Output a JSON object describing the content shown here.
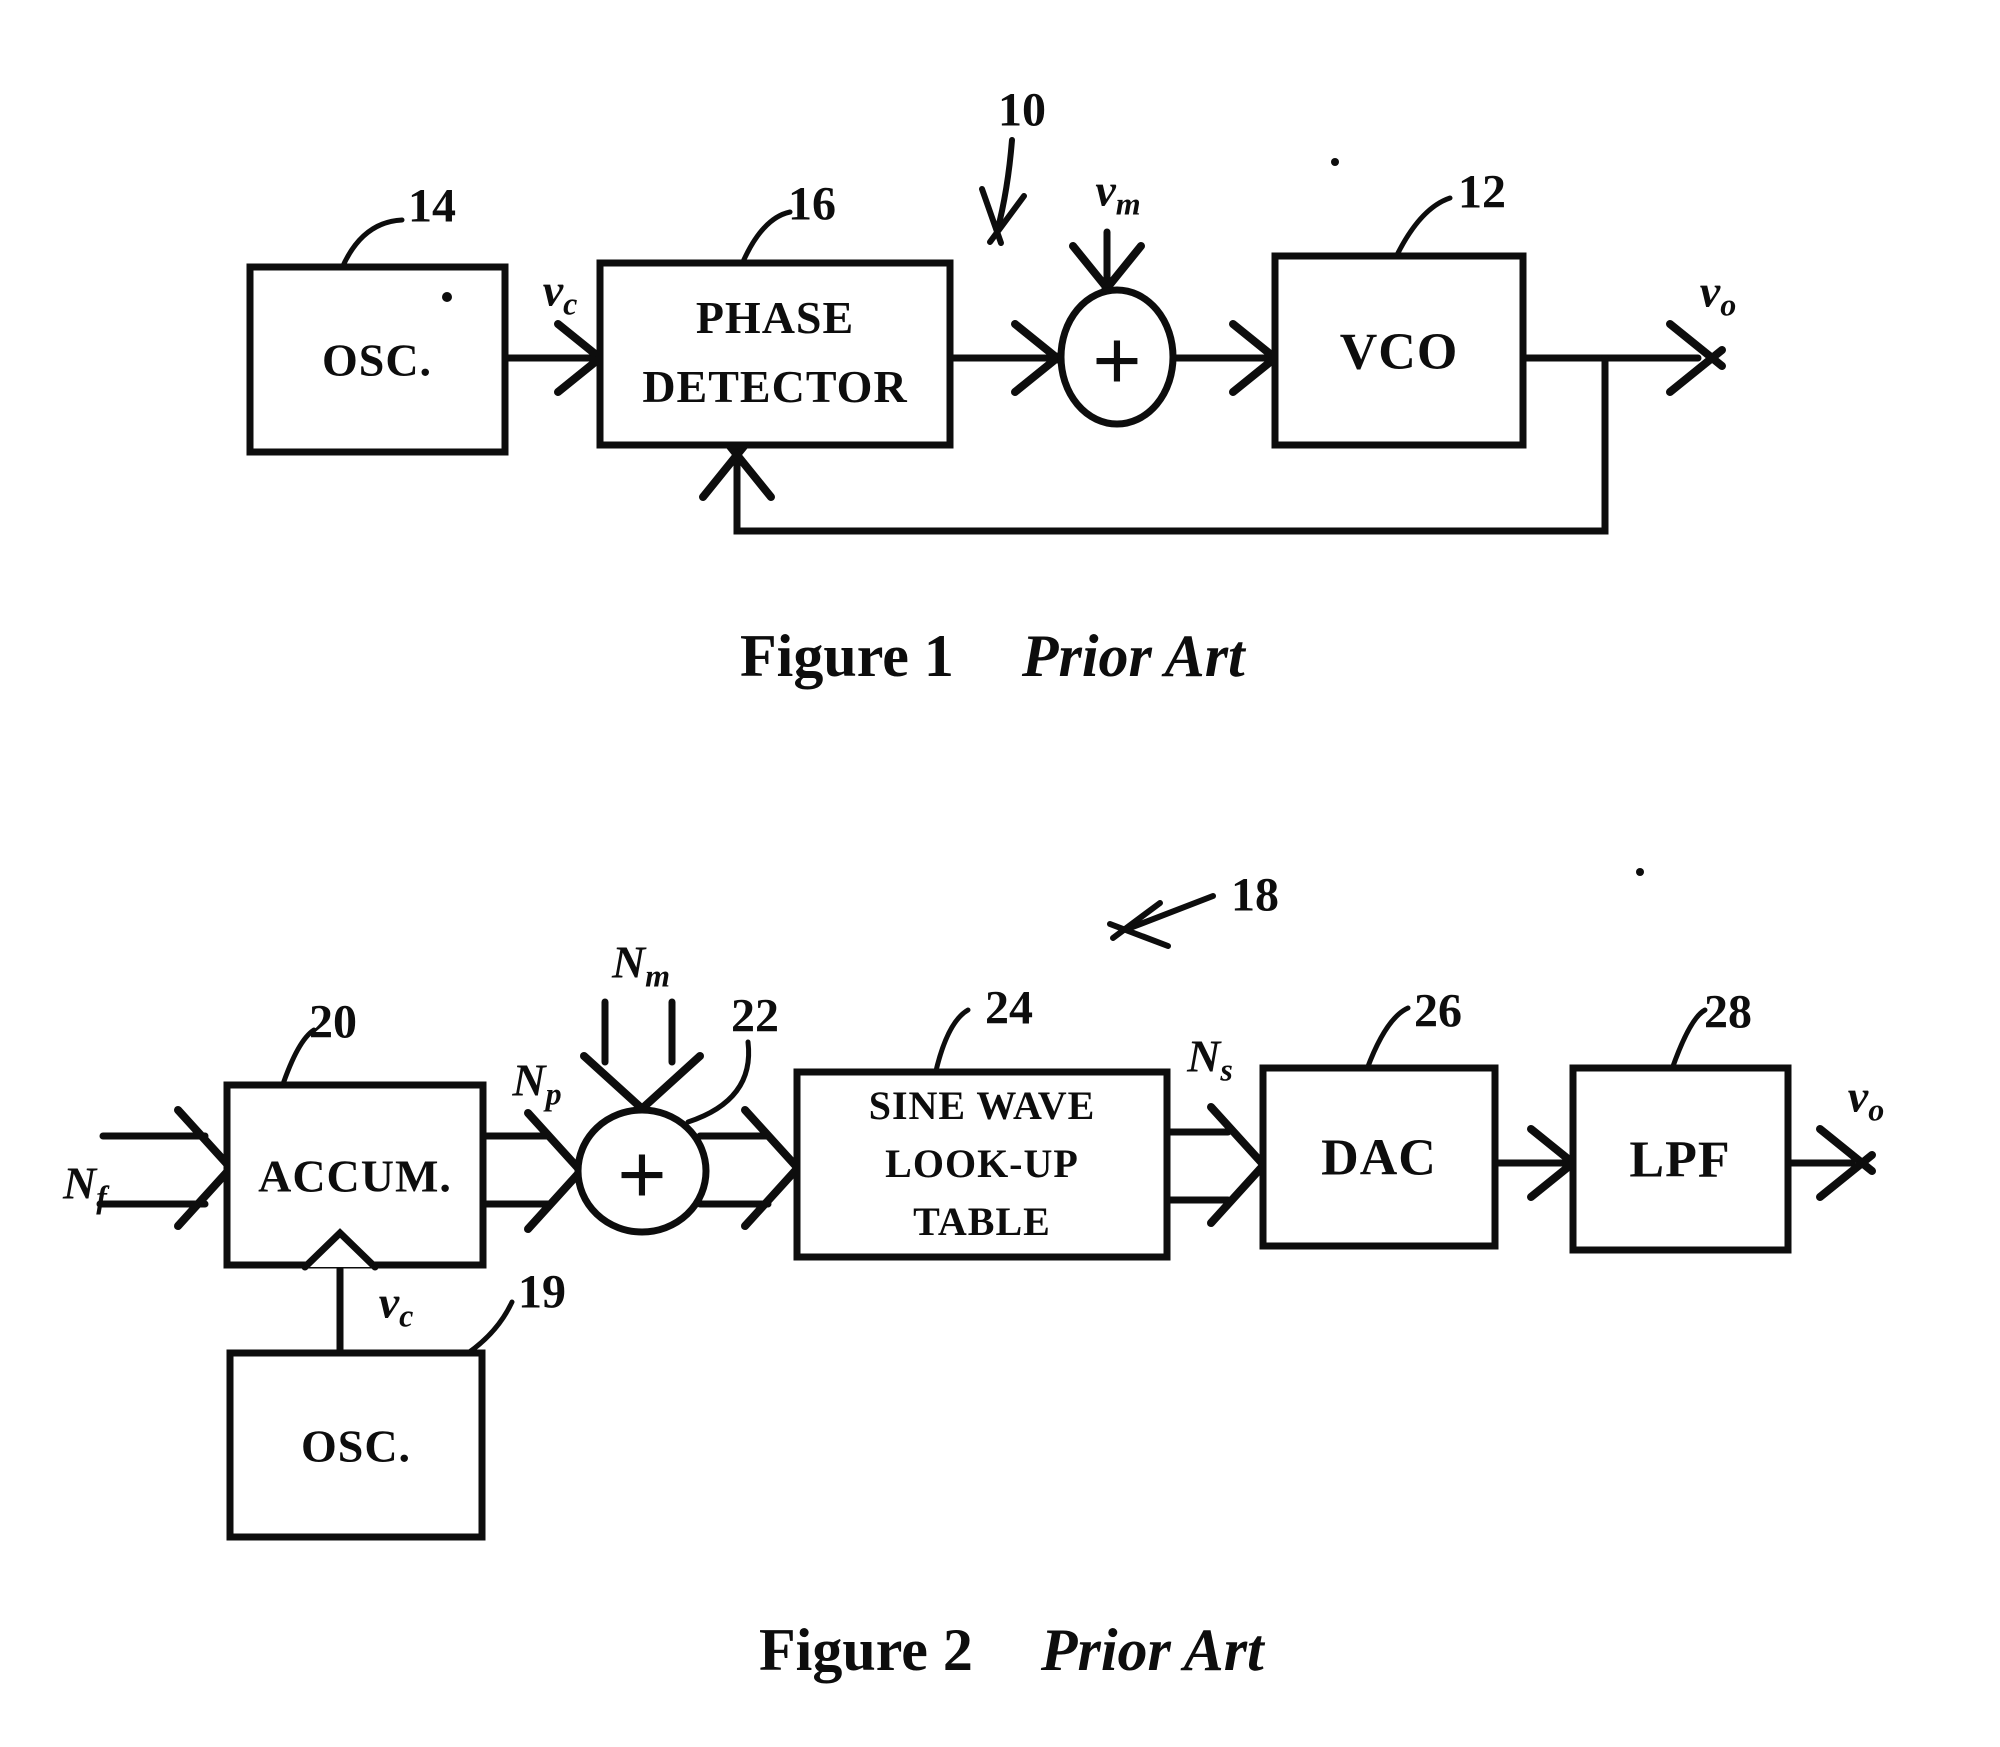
{
  "page": {
    "background": "#ffffff",
    "ink": "#0d0d0d"
  },
  "figure1": {
    "caption": {
      "title": "Figure 1",
      "note": "Prior Art"
    },
    "diagram_ref": "10",
    "blocks": {
      "osc": {
        "label": "OSC.",
        "ref": "14"
      },
      "phase_detector": {
        "line1": "PHASE",
        "line2": "DETECTOR",
        "ref": "16"
      },
      "vco": {
        "label": "VCO",
        "ref": "12"
      }
    },
    "summer": {
      "symbol": "+"
    },
    "signals": {
      "vc": {
        "base": "v",
        "sub": "c"
      },
      "vm": {
        "base": "v",
        "sub": "m"
      },
      "vo": {
        "base": "v",
        "sub": "o"
      }
    }
  },
  "figure2": {
    "caption": {
      "title": "Figure 2",
      "note": "Prior Art"
    },
    "diagram_ref": "18",
    "blocks": {
      "accum": {
        "label": "ACCUM.",
        "ref": "20"
      },
      "sine_table": {
        "line1": "SINE WAVE",
        "line2": "LOOK-UP",
        "line3": "TABLE",
        "ref": "24"
      },
      "dac": {
        "label": "DAC",
        "ref": "26"
      },
      "lpf": {
        "label": "LPF",
        "ref": "28"
      },
      "osc": {
        "label": "OSC.",
        "ref": "19"
      }
    },
    "summer": {
      "symbol": "+",
      "ref": "22"
    },
    "signals": {
      "nf": {
        "base": "N",
        "sub": "f"
      },
      "np": {
        "base": "N",
        "sub": "p"
      },
      "nm": {
        "base": "N",
        "sub": "m"
      },
      "ns": {
        "base": "N",
        "sub": "s"
      },
      "vc": {
        "base": "v",
        "sub": "c"
      },
      "vo": {
        "base": "v",
        "sub": "o"
      }
    }
  }
}
